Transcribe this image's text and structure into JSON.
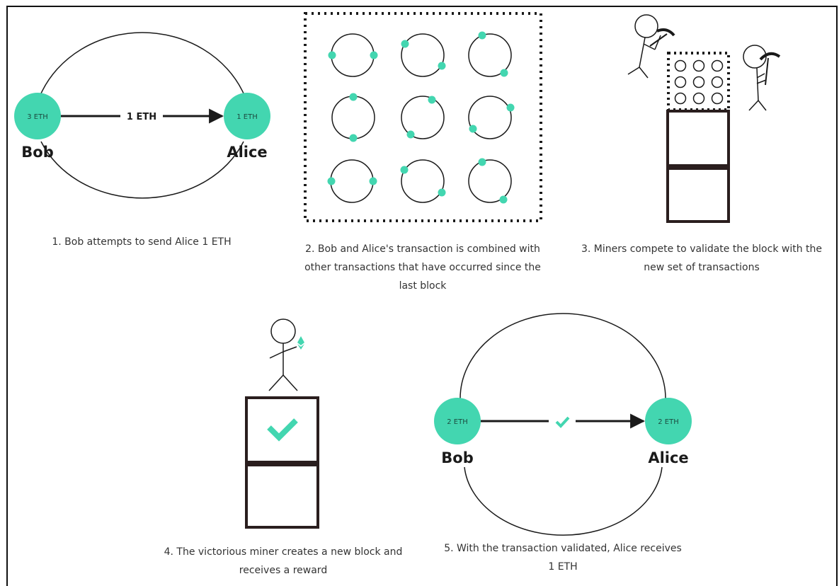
{
  "colors": {
    "accent": "#43d6b0",
    "stroke": "#1a1a1a",
    "block": "#2a1e1e",
    "caption": "#333333"
  },
  "step1": {
    "sender_balance": "3 ETH",
    "receiver_balance": "1 ETH",
    "amount": "1 ETH",
    "sender_name": "Bob",
    "receiver_name": "Alice",
    "caption": [
      "1. Bob attempts to send Alice 1 ETH"
    ]
  },
  "step2": {
    "caption": [
      "2. Bob and Alice's transaction is combined with",
      "other transactions that have occurred since the",
      "last block"
    ]
  },
  "step3": {
    "caption": [
      "3. Miners compete to validate the block with the",
      "new set of transactions"
    ]
  },
  "step4": {
    "caption": [
      "4. The victorious miner creates a new block and",
      "receives a reward"
    ]
  },
  "step5": {
    "sender_balance": "2 ETH",
    "receiver_balance": "2 ETH",
    "sender_name": "Bob",
    "receiver_name": "Alice",
    "caption": [
      "5. With the transaction validated, Alice receives",
      "1 ETH"
    ]
  }
}
